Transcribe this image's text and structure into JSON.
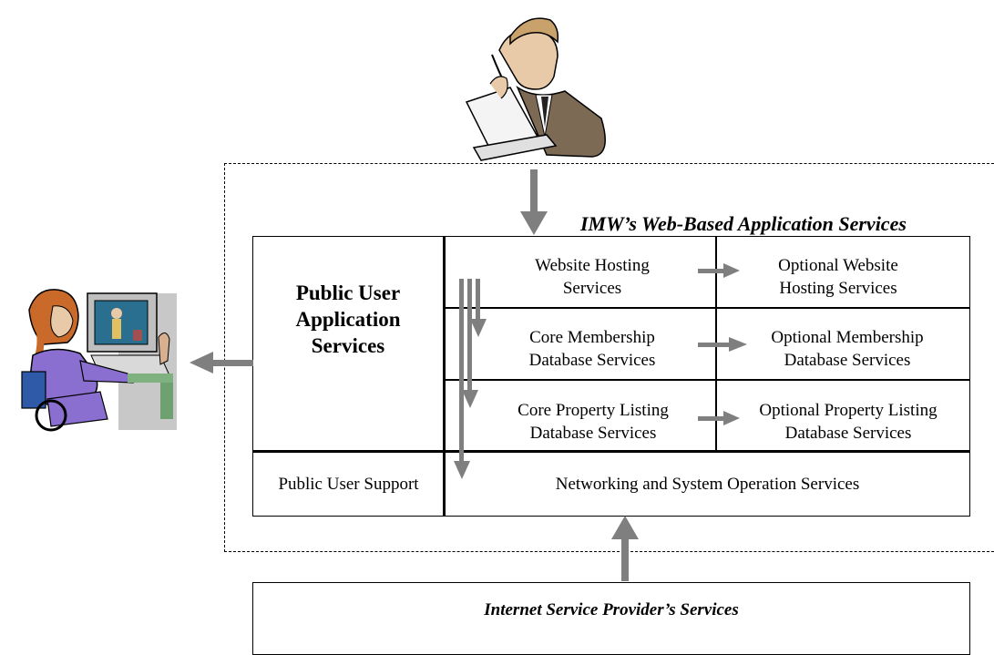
{
  "container_title": "IMW’s Web-Based Application Services",
  "public_user": {
    "title_lines": [
      "Public User",
      "Application",
      "Services"
    ],
    "support": "Public User Support"
  },
  "services": [
    {
      "core": [
        "Website Hosting",
        "Services"
      ],
      "optional": [
        "Optional Website",
        "Hosting Services"
      ]
    },
    {
      "core": [
        "Core Membership",
        "Database Services"
      ],
      "optional": [
        "Optional Membership",
        "Database Services"
      ]
    },
    {
      "core": [
        "Core Property Listing",
        "Database Services"
      ],
      "optional": [
        "Optional Property Listing",
        "Database Services"
      ]
    }
  ],
  "networking": "Networking and System Operation Services",
  "isp": "Internet Service Provider’s Services",
  "colors": {
    "arrow": "#7f7f7f",
    "line": "#000000"
  },
  "illustrations": [
    "businessman-laptop-icon",
    "wheelchair-user-computer-icon"
  ]
}
